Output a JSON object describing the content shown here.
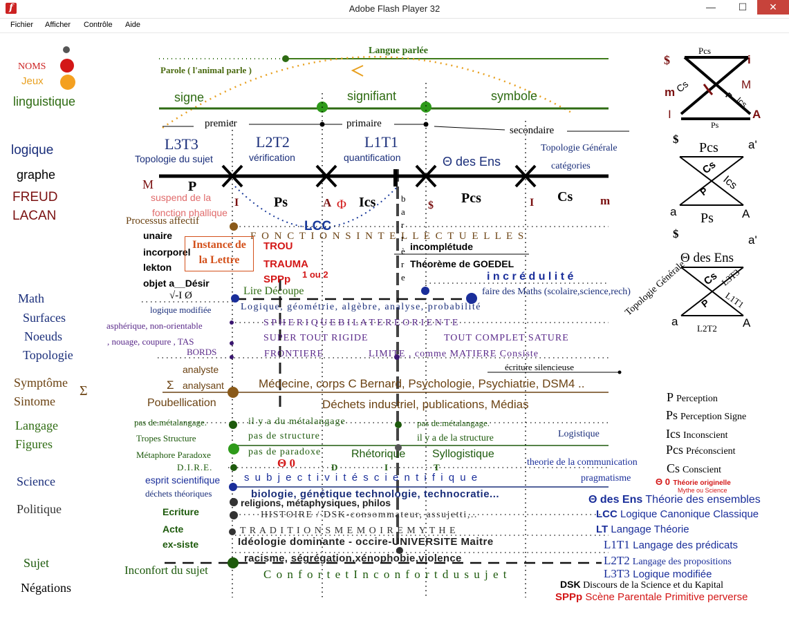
{
  "window": {
    "title": "Adobe Flash Player 32",
    "icon": "flash-icon",
    "min": "—",
    "max": "☐",
    "close": "✕"
  },
  "menu": [
    "Fichier",
    "Afficher",
    "Contrôle",
    "Aide"
  ],
  "colors": {
    "green": "#2e6b12",
    "dark_green": "#1d5a0c",
    "navy": "#1a2e7a",
    "purple": "#3a1670",
    "brown": "#6b4212",
    "dark_red": "#7a1010",
    "red": "#d31717",
    "orange": "#e8a020"
  },
  "legend_left": {
    "noms": "NOMS",
    "jeux": "Jeux",
    "linguistique": "linguistique",
    "logique": "logique",
    "graphe": "graphe",
    "freud": "FREUD",
    "lacan": "LACAN",
    "math": "Math",
    "surfaces": "Surfaces",
    "noeuds": "Noeuds",
    "topologie": "Topologie",
    "symptome": "Symptôme",
    "sintome": "Sintome",
    "sigma": "Σ",
    "langage": "Langage",
    "figures": "Figures",
    "science": "Science",
    "politique": "Politique",
    "sujet": "Sujet",
    "negations": "Négations"
  },
  "top": {
    "langue_parlee": "Langue parlée",
    "parole": "Parole ( l'animal parle )",
    "signe": "signe",
    "signifiant": "signifiant",
    "symbole": "symbole",
    "premier": "premier",
    "primaire": "primaire",
    "secondaire": "secondaire",
    "l3t3": "L3T3",
    "l2t2": "L2T2",
    "l1t1": "L1T1",
    "topo_sujet": "Topologie du sujet",
    "verification": "vérification",
    "quantification": "quantification",
    "theta_ens": "Θ des Ens",
    "topo_gen": "Topologie Générale",
    "categories": "catégories"
  },
  "axis": {
    "M": "M",
    "P": "P",
    "Ps": "Ps",
    "A": "A",
    "Phi": "Φ",
    "Ics": "Ics",
    "Pcs": "Pcs",
    "Cs": "Cs",
    "m": "m",
    "i1": "I",
    "i2": "I",
    "s_barre": "$",
    "barre": [
      "b",
      "a",
      "r",
      "r",
      "è",
      "r",
      "e"
    ],
    "suspend": "suspend de la",
    "fonction_phallique": "fonction phallique",
    "lcc": "LCC"
  },
  "mid": {
    "processus": "Processus affectif",
    "fonctions": "F O N C T I O N S   I N T E L L E C T U E L L E S",
    "unaire": "unaire",
    "incorporel": "incorporel",
    "lekton": "lekton",
    "objet": "objet a__Désir",
    "sqrt": "√-I Ø",
    "instance1": "Instance de",
    "instance2": "la Lettre",
    "trou": "TROU",
    "trauma": "TRAUMA",
    "sppp": "SPPp",
    "un_ou_deux": "1 ou 2",
    "incompletude": "incomplétude",
    "goedel": "Théorème de GOEDEL",
    "incredulite": "i n c r é d u l i t é",
    "lire": "Lire Découpe",
    "faire_maths": "faire des Maths (scolaire,science,rech)",
    "logique_modifiee": "logique modifiée",
    "logique_geo": "Logique, géométrie, algèbre, analyse, probabilité",
    "aspherique": "asphérique, non-orientable",
    "spherique": "S P H E R I Q U E     B I L A T E R E   O R I E N T E",
    "nouage": ", nouage, coupure , TAS",
    "super": "SUPER TOUT RIGIDE",
    "complet": "TOUT COMPLET SATURE",
    "bords": "BORDS",
    "frontiere": "FRONTIERE",
    "limite": "LIMITE , comme MATIERE Consiste",
    "ecriture": "écriture silencieuse",
    "analyste": "analyste",
    "analysant": "analysant",
    "sigma2": "Σ",
    "medecine": "Médecine, corps C Bernard, Psychologie, Psychiatrie, DSM4 ..",
    "poubellication": "Poubellication",
    "dechets": "Déchets  industriel, publications, Médias",
    "pas_meta": "pas de.métalangage.",
    "il_y_a_meta": "il y a du métalangage",
    "pas_meta2": "pas de.métalangage.",
    "tropes": "Tropes Structure",
    "pas_structure": "pas de structure",
    "il_y_a_structure": "il y a de la structure",
    "logistique": "Logistique",
    "metaphore": "Métaphore Paradoxe",
    "pas_paradoxe": "pas de paradoxe",
    "rhetorique": "Rhétorique",
    "syllogistique": "Syllogistique",
    "dire": "D.I.R.E.",
    "theta0": "Θ 0",
    "D": "D",
    "I": "I",
    "T": "T",
    "theorie_comm": "theorie de la communication",
    "esprit": "esprit scientifique",
    "subjectivite": "s u b j e c t i v i t é   s c i e n t i f i q u e",
    "pragmatisme": "pragmatisme",
    "dechets_theo": "déchets théoriques",
    "biologie": "biologie, génétique technologie, technocratie...",
    "religions": "religions, métaphysiques, philos",
    "ecriture2": "Ecriture",
    "histoire": "HISTOIRE / DSK-consommateur, assujetti,..",
    "acte": "Acte",
    "traditions": "T R A D I T I O N S   M E M O I R E   M Y T H E",
    "exsiste": "ex-siste",
    "ideologie": "Idéologie dominante - occire-UNIVERSITE Maitre",
    "racisme": "racisme, ségrégation,xénophobie,violence",
    "inconfort": "Inconfort du sujet",
    "confort": "C o n f o r t   e t   I n c o n f o r t   d u   s u j e t"
  },
  "right": {
    "s1": "$",
    "pcs1": "Pcs",
    "i1": "i",
    "m1": "m",
    "cs1": "Cs",
    "M1": "M",
    "ics1": "Ics",
    "p1": "P",
    "l1": "I",
    "ps1": "Ps",
    "a1": "A",
    "s2": "$",
    "pcs2": "Pcs",
    "a_prime": "a'",
    "cs2": "Cs",
    "ics2": "Ics",
    "p2": "P",
    "a2": "a",
    "ps2": "Ps",
    "A2": "A",
    "s3": "$",
    "a_prime2": "a'",
    "theta": "Θ des Ens",
    "cs3": "Cs",
    "l3t3": "L3T3",
    "l1t1": "L1T1",
    "p3": "P",
    "topo_gen": "Topologie Générale",
    "a3": "a",
    "l2t2": "L2T2",
    "A3": "A"
  },
  "glossary": [
    {
      "key": "P",
      "text": "Perception"
    },
    {
      "key": "Ps",
      "text": "Perception Signe"
    },
    {
      "key": "Ics",
      "text": "Inconscient"
    },
    {
      "key": "Pcs",
      "text": "Préconscient"
    },
    {
      "key": "Cs",
      "text": "Conscient"
    }
  ],
  "glossary2": {
    "theta_key": "Θ 0",
    "theta_text": "Théorie originelle",
    "mythe": "Mythe ou Science",
    "ens_key": "Θ des Ens",
    "ens_text": "Théorie des ensembles",
    "lcc_key": "LCC",
    "lcc_text": "Logique Canonique Classique",
    "lt_key": "LT",
    "lt_text": "Langage Théorie",
    "l1_key": "L1T1",
    "l1_text": "Langage des prédicats",
    "l2_key": "L2T2",
    "l2_text": "Langage des propositions",
    "l3_key": "L3T3",
    "l3_text": "Logique modifiée",
    "dsk_key": "DSK",
    "dsk_text": "Discours de la Science et du  Kapital",
    "sppp_key": "SPPp",
    "sppp_text": "Scène Parentale Primitive perverse"
  }
}
